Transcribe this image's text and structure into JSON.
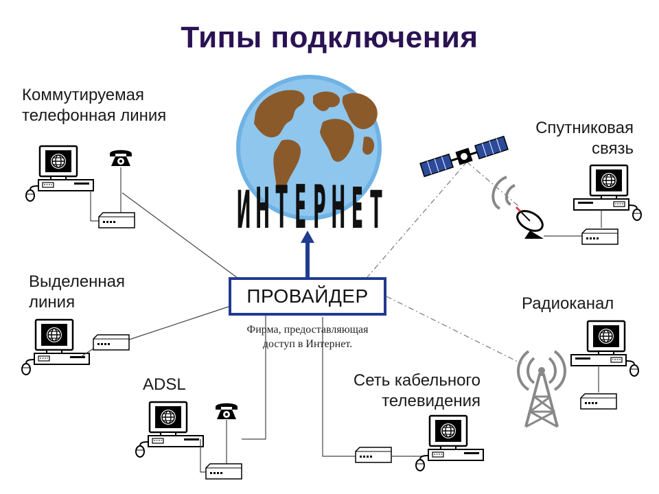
{
  "title": "Типы подключения",
  "internet_label": "ИНТЕРНЕТ",
  "provider": {
    "label": "ПРОВАЙДЕР",
    "description_line1": "Фирма, предоставляющая",
    "description_line2": "доступ в Интернет."
  },
  "connections": {
    "dialup": {
      "line1": "Коммутируемая",
      "line2": "телефонная линия"
    },
    "leased": {
      "line1": "Выделенная",
      "line2": "линия"
    },
    "adsl": {
      "line1": "ADSL"
    },
    "cable": {
      "line1": "Сеть кабельного",
      "line2": "телевидения"
    },
    "satellite": {
      "line1": "Спутниковая",
      "line2": "связь"
    },
    "radio": {
      "line1": "Радиоканал"
    }
  },
  "colors": {
    "title": "#2a1353",
    "provider_border": "#213a8f",
    "arrow": "#1f3c8f",
    "ocean": "#6fb2e4",
    "land": "#8b5a2b",
    "line": "#444444",
    "dashdot": "#666666"
  }
}
